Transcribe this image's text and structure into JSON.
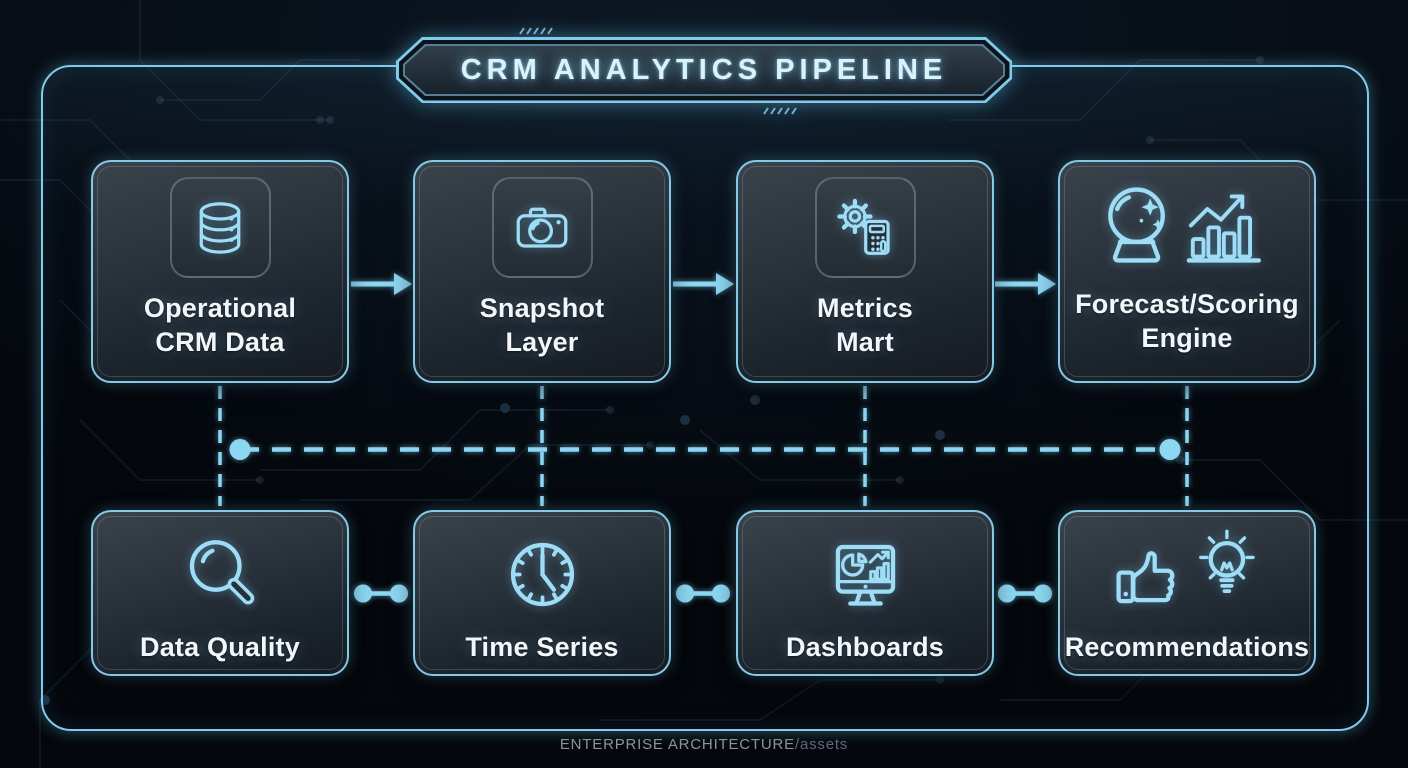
{
  "title": {
    "text": "CRM ANALYTICS PIPELINE"
  },
  "footer": {
    "primary": "ENTERPRISE ARCHITECTURE",
    "secondary": "/assets"
  },
  "colors": {
    "background": "#04070c",
    "accent": "#8ed7f3",
    "frame_border": "#7fccea",
    "card_border": "#87c9e5",
    "icon_stroke": "#9fdcf5",
    "label_text": "#f3f7f9",
    "title_text": "#d9f2fc",
    "footer_primary": "#8b949d",
    "footer_secondary": "#5f6a74"
  },
  "top_row": [
    {
      "label_line1": "Operational",
      "label_line2": "CRM Data",
      "icon": "database-icon"
    },
    {
      "label_line1": "Snapshot",
      "label_line2": "Layer",
      "icon": "camera-icon"
    },
    {
      "label_line1": "Metrics",
      "label_line2": "Mart",
      "icon": "gear-calculator-icon"
    },
    {
      "label_line1": "Forecast/Scoring",
      "label_line2": "Engine",
      "icon": "crystal-ball-chart-icon"
    }
  ],
  "bottom_row": [
    {
      "label": "Data Quality",
      "icon": "magnifier-icon"
    },
    {
      "label": "Time Series",
      "icon": "clock-icon"
    },
    {
      "label": "Dashboards",
      "icon": "dashboard-monitor-icon"
    },
    {
      "label": "Recommendations",
      "icon": "thumbs-up-lightbulb-icon"
    }
  ]
}
